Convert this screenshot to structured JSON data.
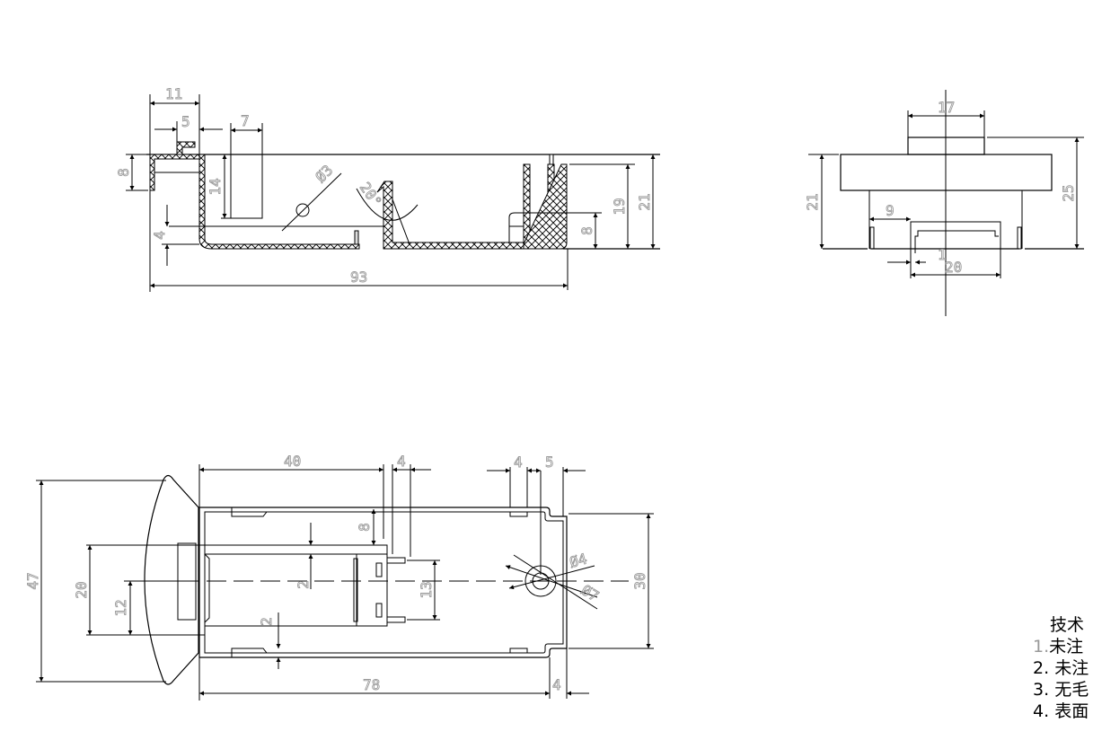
{
  "side_view": {
    "dims": {
      "w11": "11",
      "w5": "5",
      "w7": "7",
      "h8": "8",
      "h14": "14",
      "h4": "4",
      "dia3": "Ø3",
      "angle20": "20°",
      "h19": "19",
      "h21": "21",
      "h8r": "8",
      "l93": "93"
    }
  },
  "end_view": {
    "dims": {
      "w17": "17",
      "h21": "21",
      "h25": "25",
      "w9": "9",
      "w1": "1",
      "w20": "20"
    }
  },
  "top_view": {
    "dims": {
      "w40": "40",
      "w4a": "4",
      "w4b": "4",
      "w5": "5",
      "h47": "47",
      "h20": "20",
      "h12": "12",
      "h8": "8",
      "h2a": "2",
      "h2b": "2",
      "h13": "13",
      "dia4": "Ø4",
      "dia7": "Ø7",
      "h30": "30",
      "l78": "78",
      "w4c": "4"
    }
  },
  "technical_notes": {
    "title": "技术",
    "items": [
      {
        "num": "1.",
        "text": "未注"
      },
      {
        "num": "2.",
        "text": "未注"
      },
      {
        "num": "3.",
        "text": "无毛"
      },
      {
        "num": "4.",
        "text": "表面"
      }
    ]
  }
}
